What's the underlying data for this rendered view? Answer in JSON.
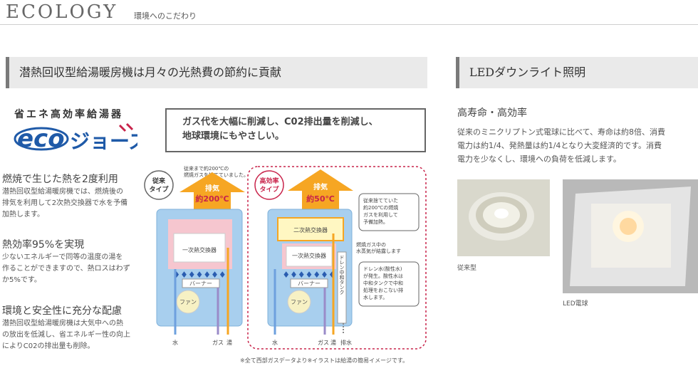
{
  "header": {
    "title": "ECOLOGY",
    "subtitle": "環境へのこだわり"
  },
  "left_section": {
    "heading": "潜熱回収型給湯暖房機は月々の光熱費の節約に貢献",
    "logo_caption": "省エネ高効率給湯器",
    "logo_text": "ecoジョーズ",
    "callout": [
      "ガス代を大幅に削減し、C02排出量を削減し、",
      "地球環境にもやさしい。"
    ],
    "features": [
      {
        "title": "燃焼で生じた熱を2度利用",
        "lines": [
          "潜熱回収型給湯暖房機では、燃焼後の",
          "排気を利用して2次熱交換器で水を予備",
          "加熱します。"
        ]
      },
      {
        "title": "熱効率95%を実現",
        "lines": [
          "少ないエネルギーで同等の温度の湯を",
          "作ることができますので、熱ロスはわず",
          "か5%です。"
        ]
      },
      {
        "title": "環境と安全性に充分な配慮",
        "lines": [
          "潜熱回収型給湯暖房機は大気中への熱",
          "の放出を低減し、省エネルギー性の向上",
          "によりC02の排出量も削除。"
        ]
      }
    ],
    "diagram": {
      "std_badge": [
        "従来",
        "タイプ"
      ],
      "std_note": [
        "従来まで約200℃の",
        "燃焼ガスを捨てていました。"
      ],
      "std_exhaust": [
        "排気",
        "約200℃"
      ],
      "primary_hx": "一次熱交換器",
      "burner": "バーナー",
      "fan": "ファン",
      "std_pipes": [
        "水",
        "ガス",
        "湯"
      ],
      "hi_badge": [
        "高効率",
        "タイプ"
      ],
      "hi_exhaust": [
        "排気",
        "約50℃"
      ],
      "secondary_hx": "二次熱交換器",
      "hi_note1": [
        "従来捨てていた",
        "約200℃の燃焼",
        "ガスを利用して",
        "予備加熱。"
      ],
      "hi_note2": [
        "燃焼ガス中の",
        "水蒸気が結露します"
      ],
      "hi_note3": [
        "ドレン水(酸性水)",
        "が発生。酸性水は",
        "中和タンクで中和",
        "処理をおこない排",
        "水します。"
      ],
      "drain_tank": "ドレン中和タンク",
      "hi_pipes": [
        "水",
        "ガス",
        "湯",
        "排水"
      ]
    },
    "footnote": "※全て西部ガスデータより※イラストは給湯の簡易イメージです。"
  },
  "right_section": {
    "heading": "LEDダウンライト照明",
    "subheading": "高寿命・高効率",
    "lines": [
      "従来のミニクリプトン式電球に比べて、寿命は約8倍、消費",
      "電力は約1/4、発熱量は約1/4となり大変経済的です。消費",
      "電力を少なくし、環境への負荷を低減します。"
    ],
    "photos": [
      {
        "caption": "従来型"
      },
      {
        "caption": "LED電球"
      }
    ]
  },
  "colors": {
    "accent_red": "#c8234a",
    "exhaust_orange": "#f6a623",
    "unit_blue": "#a8cfee",
    "logo_blue": "#1f5aa8"
  }
}
